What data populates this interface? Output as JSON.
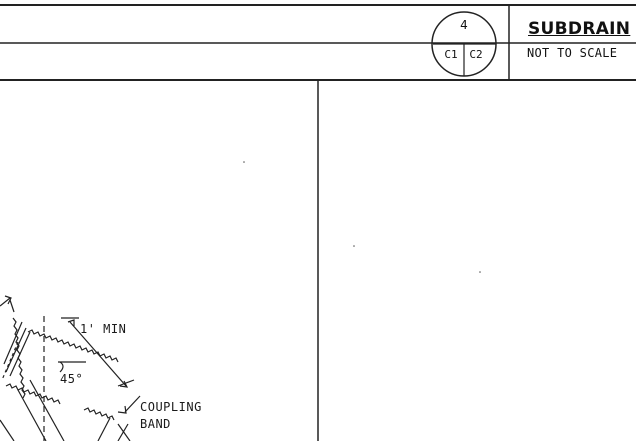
{
  "title_block": {
    "detail_number": "4",
    "sheet_refs": [
      "C1",
      "C2"
    ],
    "title": "SUBDRAIN",
    "scale_note": "NOT TO SCALE"
  },
  "callouts": {
    "min_dimension": "1' MIN",
    "angle": "45°",
    "coupling_band_line1": "COUPLING",
    "coupling_band_line2": "BAND"
  }
}
